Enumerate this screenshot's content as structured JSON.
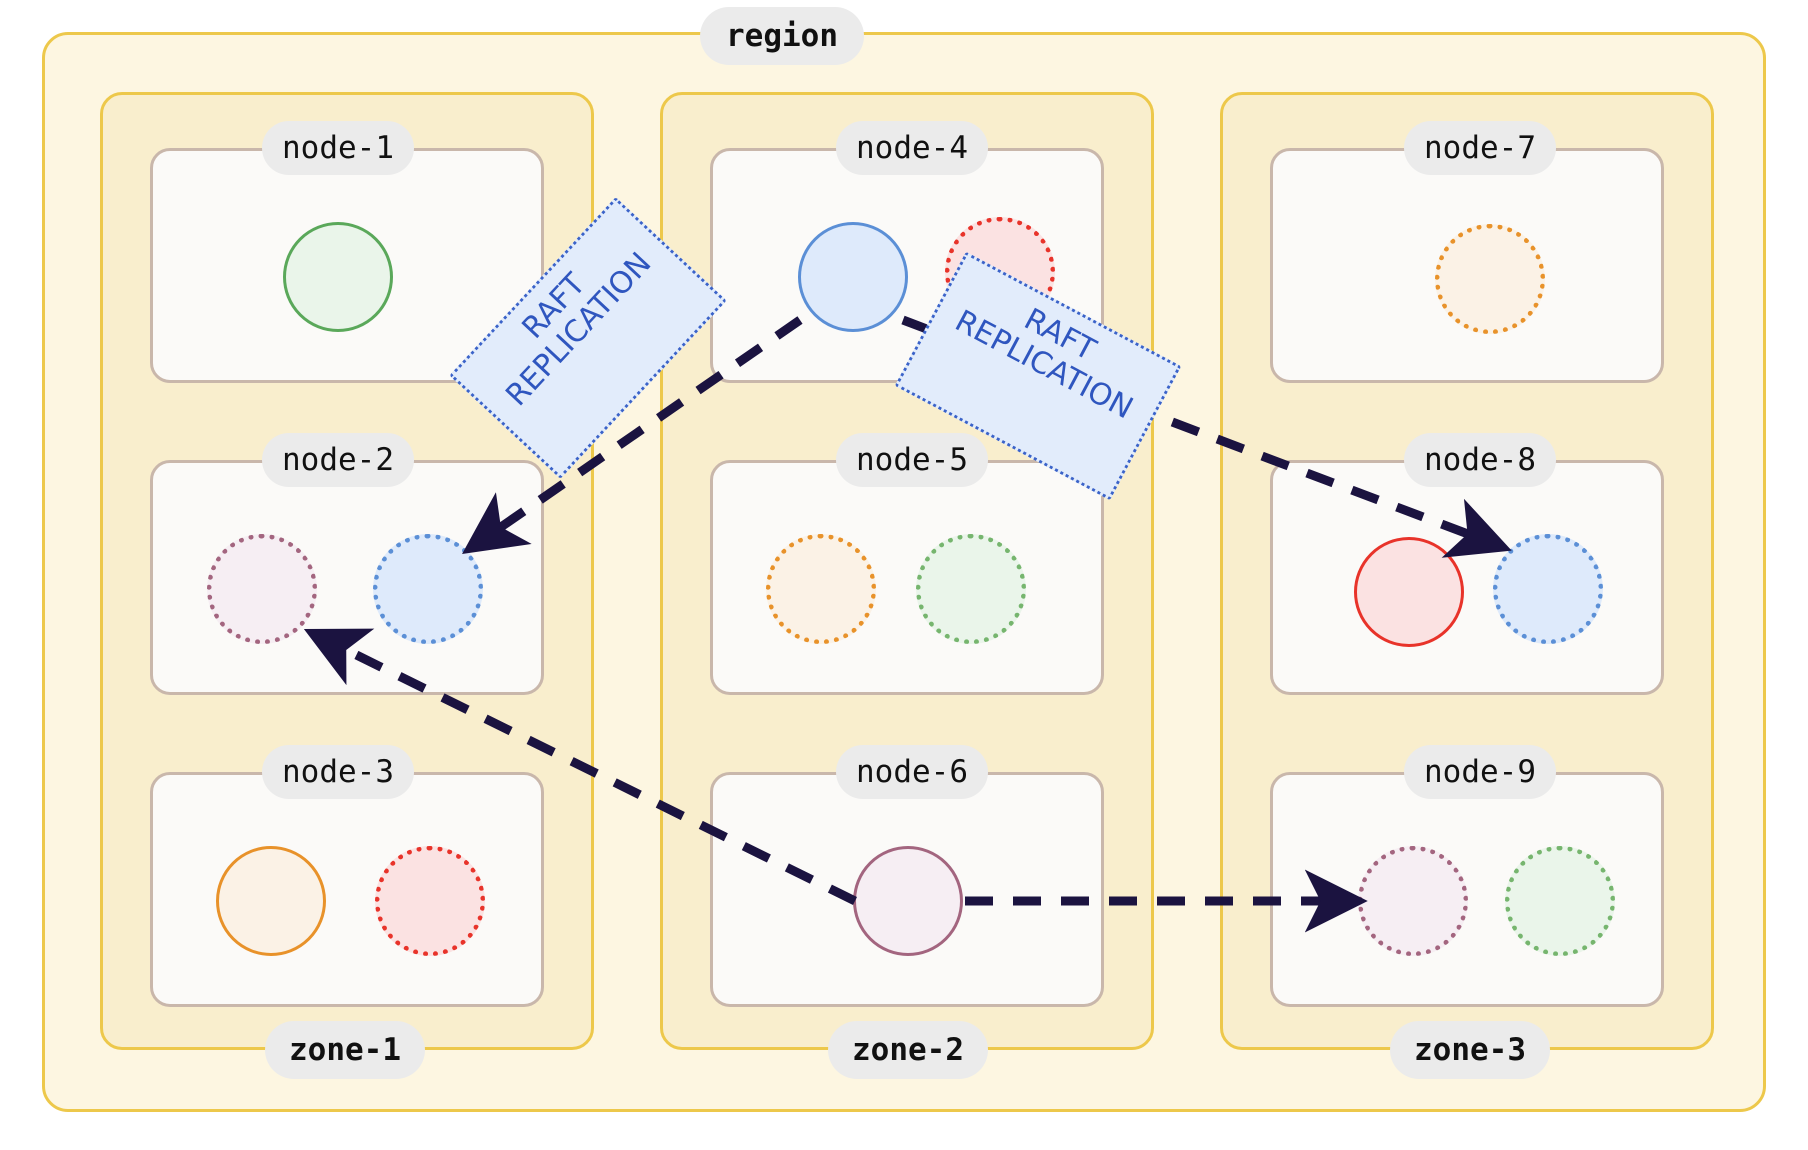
{
  "diagram": {
    "title": "region",
    "type": "cluster-topology"
  },
  "region": {
    "label": "region",
    "fill": "#fdf6e1",
    "border": "#edc84b"
  },
  "zones": [
    {
      "label": "zone-1"
    },
    {
      "label": "zone-2"
    },
    {
      "label": "zone-3"
    }
  ],
  "nodes": [
    {
      "label": "node-1",
      "zone": "zone-1",
      "shards": [
        {
          "color": "green",
          "style": "solid",
          "role": "leader"
        }
      ]
    },
    {
      "label": "node-2",
      "zone": "zone-1",
      "shards": [
        {
          "color": "purple",
          "style": "dotted",
          "role": "follower"
        },
        {
          "color": "blue",
          "style": "dotted",
          "role": "follower"
        }
      ]
    },
    {
      "label": "node-3",
      "zone": "zone-1",
      "shards": [
        {
          "color": "orange",
          "style": "solid",
          "role": "leader"
        },
        {
          "color": "red",
          "style": "dotted",
          "role": "follower"
        }
      ]
    },
    {
      "label": "node-4",
      "zone": "zone-2",
      "shards": [
        {
          "color": "blue",
          "style": "solid",
          "role": "leader"
        },
        {
          "color": "red",
          "style": "dotted",
          "role": "follower"
        }
      ]
    },
    {
      "label": "node-5",
      "zone": "zone-2",
      "shards": [
        {
          "color": "orange",
          "style": "dotted",
          "role": "follower"
        },
        {
          "color": "green",
          "style": "dotted",
          "role": "follower"
        }
      ]
    },
    {
      "label": "node-6",
      "zone": "zone-2",
      "shards": [
        {
          "color": "purple",
          "style": "solid",
          "role": "leader"
        }
      ]
    },
    {
      "label": "node-7",
      "zone": "zone-3",
      "shards": [
        {
          "color": "orange",
          "style": "dotted",
          "role": "follower"
        }
      ]
    },
    {
      "label": "node-8",
      "zone": "zone-3",
      "shards": [
        {
          "color": "red",
          "style": "solid",
          "role": "leader"
        },
        {
          "color": "blue",
          "style": "dotted",
          "role": "follower"
        }
      ]
    },
    {
      "label": "node-9",
      "zone": "zone-3",
      "shards": [
        {
          "color": "purple",
          "style": "dotted",
          "role": "follower"
        },
        {
          "color": "green",
          "style": "dotted",
          "role": "follower"
        }
      ]
    }
  ],
  "edges": [
    {
      "from": "node-4",
      "to": "node-2",
      "label": "RAFT\nREPLICATION",
      "style": "dashed"
    },
    {
      "from": "node-4",
      "to": "node-8",
      "label": "RAFT\nREPLICATION",
      "style": "dashed"
    },
    {
      "from": "node-6",
      "to": "node-2",
      "label": "",
      "style": "dashed"
    },
    {
      "from": "node-6",
      "to": "node-9",
      "label": "",
      "style": "dashed"
    }
  ],
  "edge_labels": [
    {
      "text": "RAFT\nREPLICATION"
    },
    {
      "text": "RAFT\nREPLICATION"
    }
  ],
  "colors": {
    "region_fill": "#fdf6e1",
    "region_border": "#edc84b",
    "zone_fill": "#f9eecd",
    "zone_border": "#edc84b",
    "node_fill": "#fbfaf8",
    "node_border": "#c9b7ab",
    "pill_bg": "#ebebeb",
    "edge_stroke": "#1b1340",
    "raft_fill": "#e2ecfb",
    "raft_border": "#3b63c9",
    "raft_text": "#2f56bf",
    "green": "#5aa85a",
    "blue": "#5b8fd6",
    "red": "#e8332a",
    "orange": "#e8922a",
    "purple": "#a3657f"
  }
}
